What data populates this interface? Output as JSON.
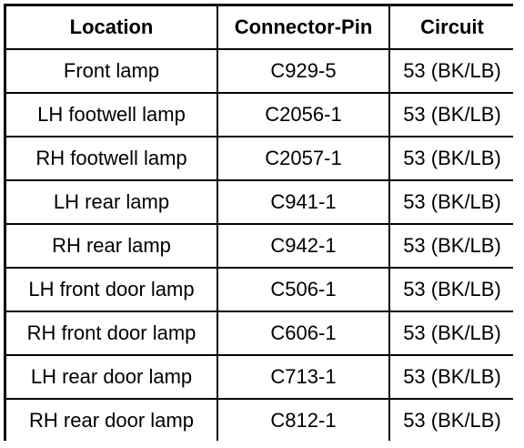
{
  "table": {
    "headers": [
      "Location",
      "Connector-Pin",
      "Circuit"
    ],
    "rows": [
      [
        "Front lamp",
        "C929-5",
        "53 (BK/LB)"
      ],
      [
        "LH footwell lamp",
        "C2056-1",
        "53 (BK/LB)"
      ],
      [
        "RH footwell lamp",
        "C2057-1",
        "53 (BK/LB)"
      ],
      [
        "LH rear lamp",
        "C941-1",
        "53 (BK/LB)"
      ],
      [
        "RH rear lamp",
        "C942-1",
        "53 (BK/LB)"
      ],
      [
        "LH front door lamp",
        "C506-1",
        "53 (BK/LB)"
      ],
      [
        "RH front door lamp",
        "C606-1",
        "53 (BK/LB)"
      ],
      [
        "LH rear door lamp",
        "C713-1",
        "53 (BK/LB)"
      ],
      [
        "RH rear door lamp",
        "C812-1",
        "53 (BK/LB)"
      ]
    ]
  }
}
